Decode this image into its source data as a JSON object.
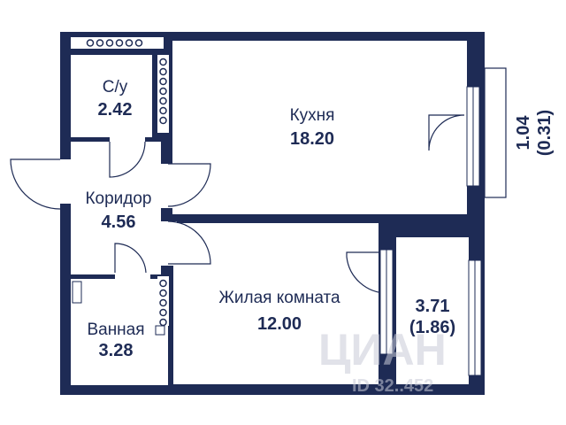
{
  "colors": {
    "wall": "#1e2b55",
    "room": "#ffffff",
    "text": "#1e2b55",
    "watermark": "#c9ccd8"
  },
  "rooms": {
    "bathroom_small": {
      "name": "С/у",
      "area": "2.42"
    },
    "kitchen": {
      "name": "Кухня",
      "area": "18.20"
    },
    "corridor": {
      "name": "Коридор",
      "area": "4.56"
    },
    "living": {
      "name": "Жилая комната",
      "area": "12.00"
    },
    "bathroom": {
      "name": "Ванная",
      "area": "3.28"
    },
    "loggia": {
      "area": "3.71",
      "area_reduced": "(1.86)"
    },
    "balcony": {
      "area": "1.04",
      "area_reduced": "(0.31)"
    }
  },
  "watermark": {
    "logo": "ЦИАН",
    "id_text": "ID 32..452"
  }
}
